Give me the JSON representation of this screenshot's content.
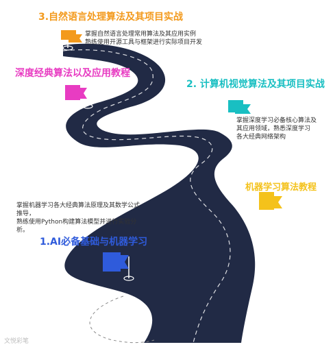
{
  "milestones": {
    "m1": {
      "title": "1.AI必备基础与机器学习",
      "color": "#2F5BDB",
      "desc": [
        "掌握机器学习各大经典算法原理及其数学公式",
        "推导，",
        "熟练使用Python构建算法模型并进行实验分",
        "析。"
      ]
    },
    "m2": {
      "title": "机器学习算法教程",
      "color": "#F4C21B"
    },
    "m3": {
      "title": "2. 计算机视觉算法及其项目实战",
      "color": "#19BFC2",
      "desc": [
        "掌握深度学习必备核心算法及",
        "其应用领域，熟悉深度学习",
        "各大经典网络架构"
      ]
    },
    "m4": {
      "title": "深度经典算法以及应用教程",
      "color": "#E83CC2"
    },
    "m5": {
      "title": "3.自然语言处理算法及其项目实战",
      "color": "#F39A1D",
      "desc": [
        "掌握自然语言处理常用算法及其应用实例",
        "熟练使用开源工具与框架进行实际项目开发"
      ]
    }
  },
  "road_color": "#212a45",
  "watermark": "文悦彩笔"
}
